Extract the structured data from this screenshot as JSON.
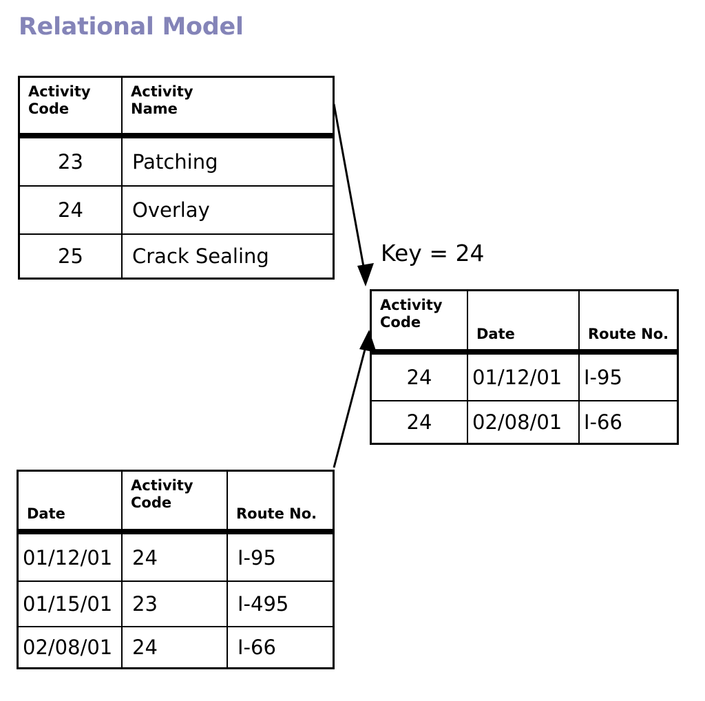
{
  "page": {
    "title": "Relational Model",
    "title_color": "#8484b8",
    "background": "#ffffff",
    "line_color": "#000000"
  },
  "annotation": {
    "key_label": "Key = 24"
  },
  "tables": {
    "activity": {
      "name": "activity-table",
      "headers": [
        "Activity\nCode",
        "Activity\nName"
      ],
      "rows": [
        {
          "code": "23",
          "name": "Patching"
        },
        {
          "code": "24",
          "name": "Overlay"
        },
        {
          "code": "25",
          "name": "Crack Sealing"
        }
      ]
    },
    "joined": {
      "name": "joined-result-table",
      "headers": [
        "Activity\nCode",
        "Date",
        "Route No."
      ],
      "rows": [
        {
          "code": "24",
          "date": "01/12/01",
          "route": "I-95"
        },
        {
          "code": "24",
          "date": "02/08/01",
          "route": "I-66"
        }
      ]
    },
    "work": {
      "name": "work-log-table",
      "headers": [
        "Date",
        "Activity\nCode",
        "Route No."
      ],
      "rows": [
        {
          "date": "01/12/01",
          "code": "24",
          "route": "I-95"
        },
        {
          "date": "01/15/01",
          "code": "23",
          "route": "I-495"
        },
        {
          "date": "02/08/01",
          "code": "24",
          "route": "I-66"
        }
      ]
    }
  },
  "arrows": [
    {
      "name": "activity-to-joined-arrow",
      "label": "from activity table to joined result"
    },
    {
      "name": "work-to-joined-arrow",
      "label": "from work log table to joined result"
    }
  ]
}
